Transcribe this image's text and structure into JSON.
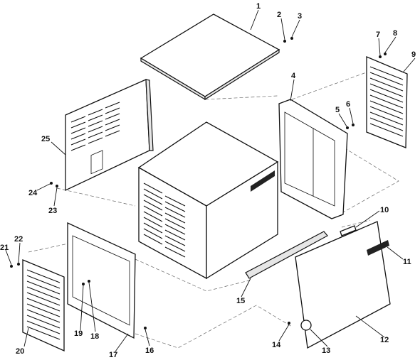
{
  "labels": [
    "1",
    "2",
    "3",
    "4",
    "5",
    "6",
    "7",
    "8",
    "9",
    "10",
    "11",
    "12",
    "13",
    "14",
    "15",
    "16",
    "17",
    "18",
    "19",
    "20",
    "21",
    "22",
    "23",
    "24",
    "25"
  ]
}
